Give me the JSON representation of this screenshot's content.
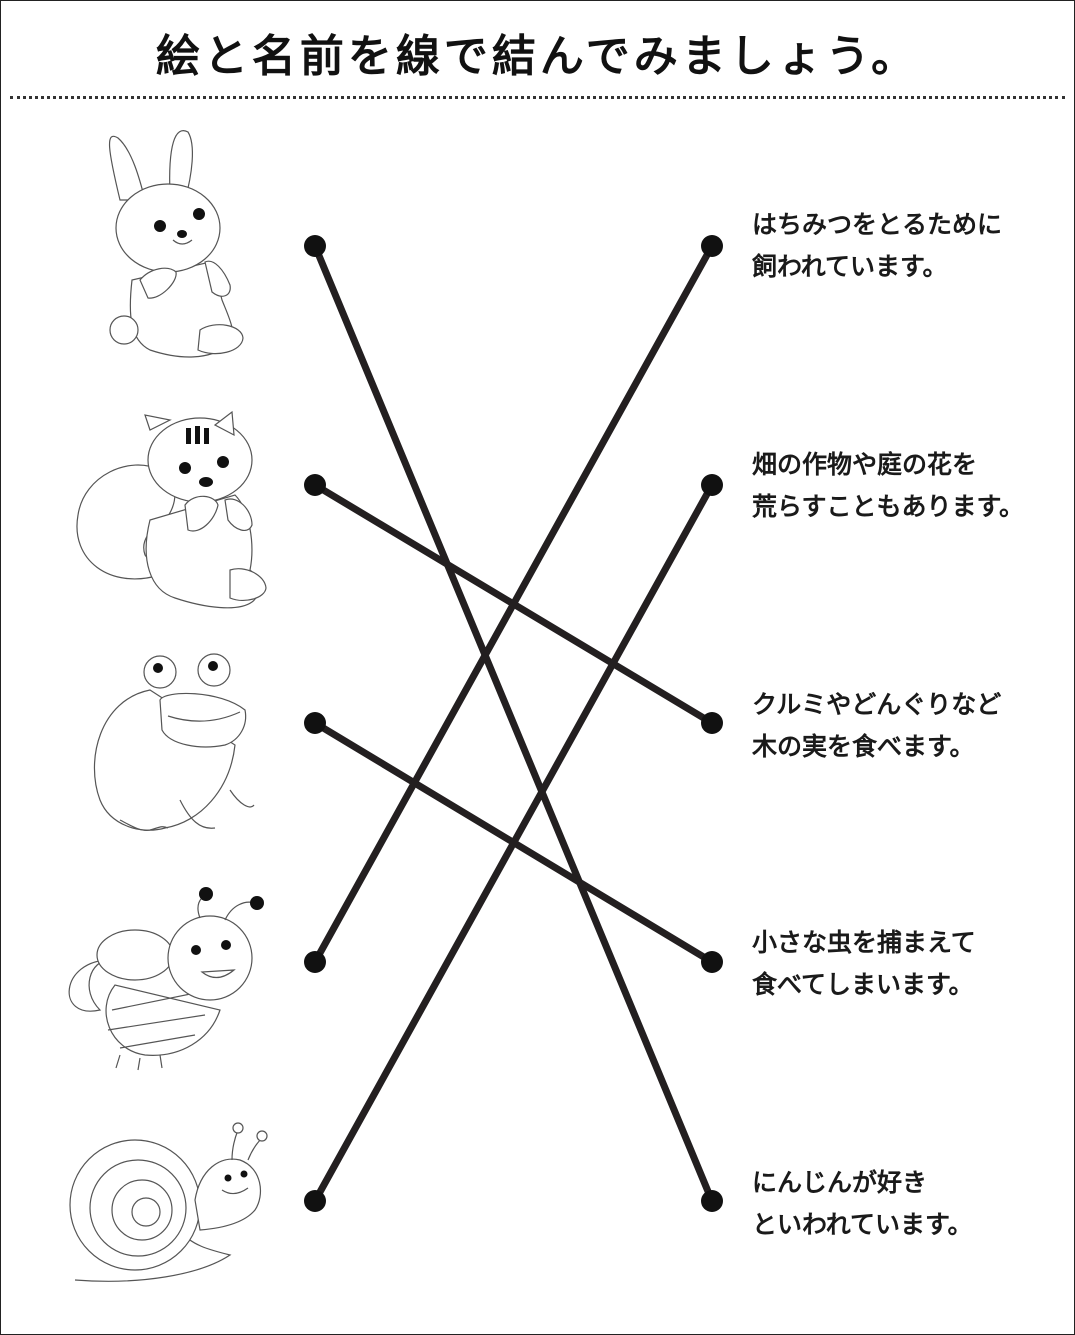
{
  "title": "絵と名前を線で結んでみましょう。",
  "animals": [
    {
      "name": "rabbit-illustration"
    },
    {
      "name": "squirrel-illustration"
    },
    {
      "name": "frog-illustration"
    },
    {
      "name": "bee-illustration"
    },
    {
      "name": "snail-illustration"
    }
  ],
  "descriptions": [
    {
      "line1": "はちみつをとるために",
      "line2": "飼われています。"
    },
    {
      "line1": "畑の作物や庭の花を",
      "line2": "荒らすこともあります。"
    },
    {
      "line1": "クルミやどんぐりなど",
      "line2": "木の実を食べます。"
    },
    {
      "line1": "小さな虫を捕まえて",
      "line2": "食べてしまいます。"
    },
    {
      "line1": "にんじんが好き",
      "line2": "といわれています。"
    }
  ],
  "connections": [
    {
      "from": 0,
      "to": 4
    },
    {
      "from": 1,
      "to": 2
    },
    {
      "from": 2,
      "to": 3
    },
    {
      "from": 3,
      "to": 0
    },
    {
      "from": 4,
      "to": 1
    }
  ],
  "colors": {
    "line": "#231f20",
    "outline": "#555555",
    "dot": "#111111"
  }
}
